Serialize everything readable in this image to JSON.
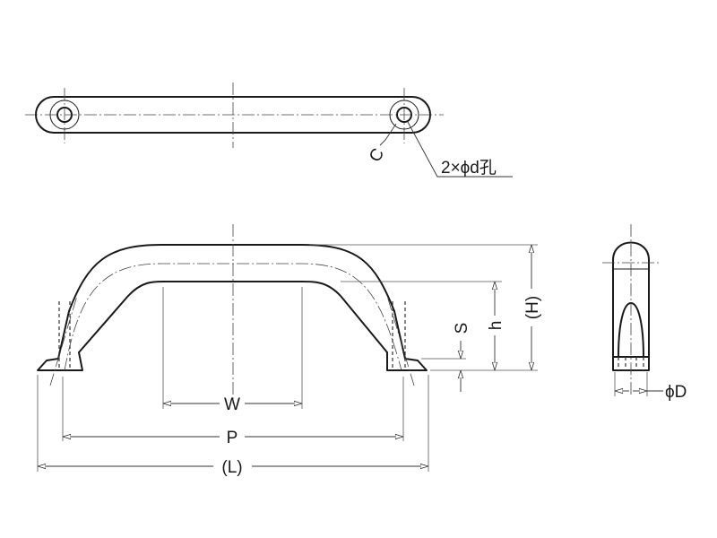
{
  "labels": {
    "chamfer": "C",
    "holes": "2×ϕd孔",
    "width": "W",
    "pitch": "P",
    "length": "(L)",
    "height_total": "(H)",
    "height_inner": "h",
    "base_thickness": "S",
    "diameter": "ϕD"
  }
}
